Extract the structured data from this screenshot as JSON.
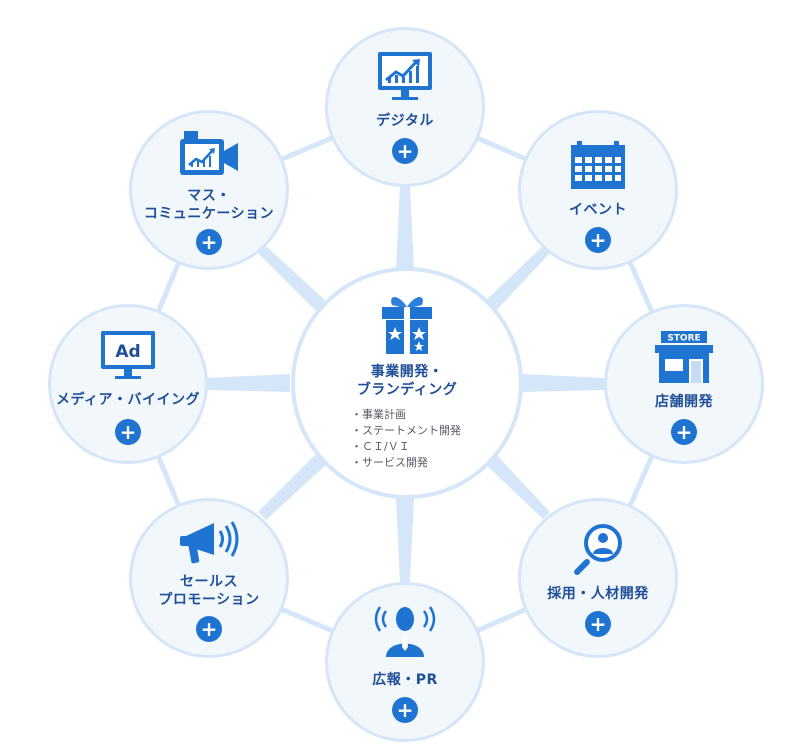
{
  "center": {
    "title": "事業開発・\nブランディング",
    "items": [
      "事業計画",
      "ステートメント開発",
      "ＣＩ/ＶＩ",
      "サービス開発"
    ]
  },
  "nodes": [
    {
      "id": "digital",
      "label": "デジタル",
      "icon": "monitor-chart-icon"
    },
    {
      "id": "event",
      "label": "イベント",
      "icon": "calendar-icon"
    },
    {
      "id": "store",
      "label": "店舗開発",
      "icon": "store-icon",
      "icon_text": "STORE"
    },
    {
      "id": "recruit",
      "label": "採用・人材開発",
      "icon": "magnifier-person-icon"
    },
    {
      "id": "pr",
      "label": "広報・PR",
      "icon": "speaker-person-icon"
    },
    {
      "id": "sales",
      "label": "セールス\nプロモーション",
      "icon": "megaphone-icon"
    },
    {
      "id": "media",
      "label": "メディア・バイイング",
      "icon": "ad-monitor-icon",
      "icon_text": "Ad"
    },
    {
      "id": "mass",
      "label": "マス・\nコミュニケーション",
      "icon": "video-camera-icon"
    }
  ],
  "plus_symbol": "+",
  "colors": {
    "accent": "#1f73d1",
    "label": "#1f4f96",
    "circle_fill": "#f2f7fc",
    "circle_border": "#d4e6f7",
    "connector": "#d4e6f7"
  }
}
